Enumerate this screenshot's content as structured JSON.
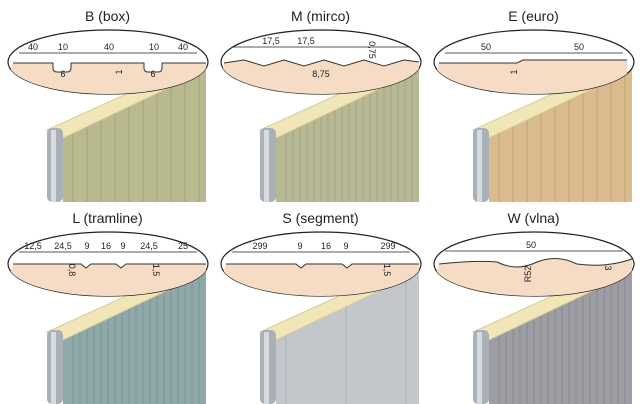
{
  "profiles": [
    {
      "id": "B",
      "title": "B (box)",
      "color": "#b9b98f",
      "dims": [
        "40",
        "10",
        "40",
        "10",
        "40",
        "6",
        "1",
        "6"
      ]
    },
    {
      "id": "M",
      "title": "M (mirco)",
      "color": "#b7b995",
      "dims": [
        "17,5",
        "17,5",
        "0,75",
        "8,75"
      ]
    },
    {
      "id": "E",
      "title": "E (euro)",
      "color": "#d9bb8d",
      "dims": [
        "50",
        "50",
        "1"
      ]
    },
    {
      "id": "L",
      "title": "L (tramline)",
      "color": "#8fa8a8",
      "dims": [
        "12,5",
        "24,5",
        "9",
        "16",
        "9",
        "24,5",
        "25",
        "0,8",
        "1,5"
      ]
    },
    {
      "id": "S",
      "title": "S (segment)",
      "color": "#c3c6ca",
      "dims": [
        "299",
        "9",
        "16",
        "9",
        "299",
        "1,5"
      ]
    },
    {
      "id": "W",
      "title": "W (vlna)",
      "color": "#9c9ea3",
      "dims": [
        "50",
        "R52",
        "3"
      ]
    }
  ]
}
